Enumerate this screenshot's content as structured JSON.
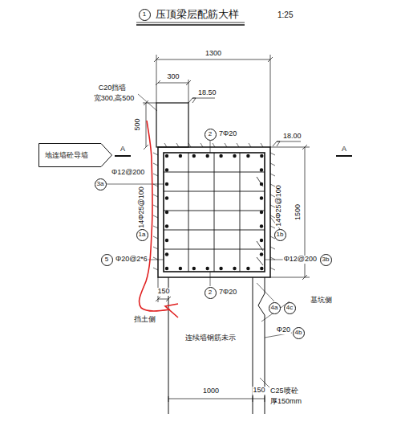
{
  "diagram": {
    "title": "压顶梁层配筋大样",
    "nodes": [
      {
        "text": [
          "1"
        ]
      },
      {
        "text": [
          "地连墙砼导墙"
        ]
      },
      {
        "text": [
          "2"
        ]
      },
      {
        "text": [
          "3a"
        ]
      },
      {
        "text": [
          "1a"
        ]
      },
      {
        "text": [
          "5"
        ]
      },
      {
        "text": [
          "1b"
        ]
      },
      {
        "text": [
          "3b"
        ]
      },
      {
        "text": [
          "2"
        ]
      },
      {
        "text": [
          "4a"
        ]
      },
      {
        "text": [
          "4c"
        ]
      },
      {
        "text": [
          "4b"
        ]
      }
    ],
    "labels": [
      "1:25",
      "1300",
      "300",
      "C20挡墙",
      "宽300,高500",
      "18.50",
      "500",
      "7Φ20",
      "18.00",
      "A",
      "A",
      "Φ12@200",
      "14Φ25@100",
      "14Φ25@100",
      "1500",
      "Φ20@2*6",
      "Φ12@200",
      "150",
      "7Φ20",
      "挡土侧",
      "基坑侧",
      "Φ20",
      "连续墙钢筋未示",
      "C25喷砼",
      "厚150mm",
      "1000",
      "150"
    ]
  }
}
